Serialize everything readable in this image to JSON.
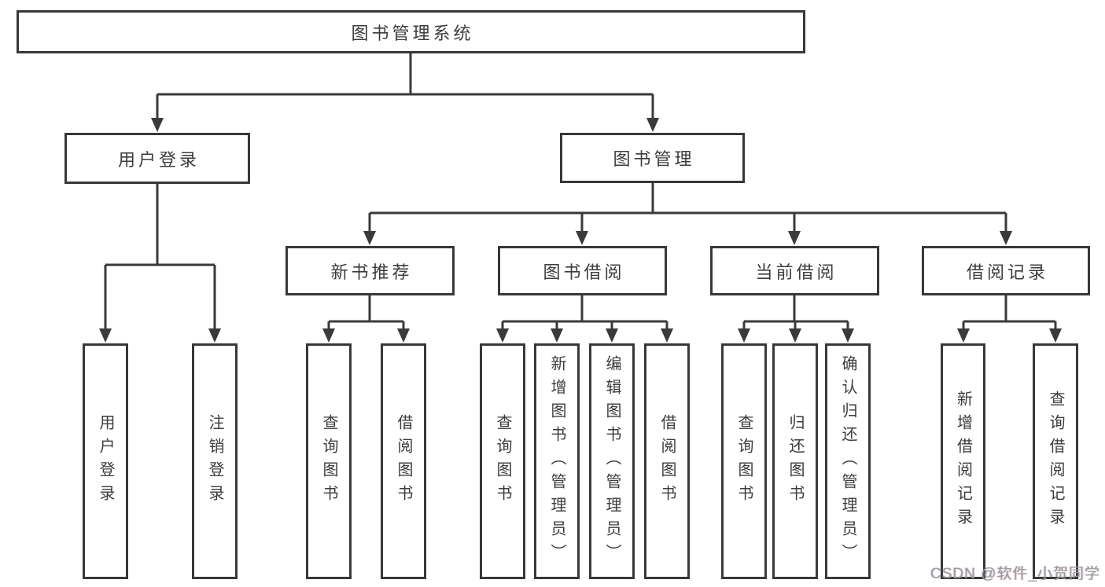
{
  "colors": {
    "line": "#3a3a3a",
    "box_border": "#383838",
    "text": "#3c3c40",
    "background": "#ffffff",
    "watermark": "#9b9b9b"
  },
  "diagram": {
    "root": {
      "label": "图书管理系统"
    },
    "user_login": {
      "label": "用户登录"
    },
    "book_management": {
      "label": "图书管理"
    },
    "new_book_recommend": {
      "label": "新书推荐"
    },
    "book_borrow": {
      "label": "图书借阅"
    },
    "current_borrow": {
      "label": "当前借阅"
    },
    "borrow_records": {
      "label": "借阅记录"
    },
    "leaves": {
      "login": {
        "label": "用户登录"
      },
      "logout": {
        "label": "注销登录"
      },
      "nb_query_books": {
        "label": "查询图书"
      },
      "nb_borrow_books": {
        "label": "借阅图书"
      },
      "bb_query_books": {
        "label": "查询图书"
      },
      "bb_add_books": {
        "label": "新增图书（管理员）"
      },
      "bb_edit_books": {
        "label": "编辑图书（管理员）"
      },
      "bb_borrow_books": {
        "label": "借阅图书"
      },
      "cb_query_books": {
        "label": "查询图书"
      },
      "cb_return_books": {
        "label": "归还图书"
      },
      "cb_confirm_return": {
        "label": "确认归还（管理员）"
      },
      "br_add_record": {
        "label": "新增借阅记录"
      },
      "br_query_record": {
        "label": "查询借阅记录"
      }
    }
  },
  "watermark": {
    "text": "CSDN @软件_小贺同学"
  }
}
